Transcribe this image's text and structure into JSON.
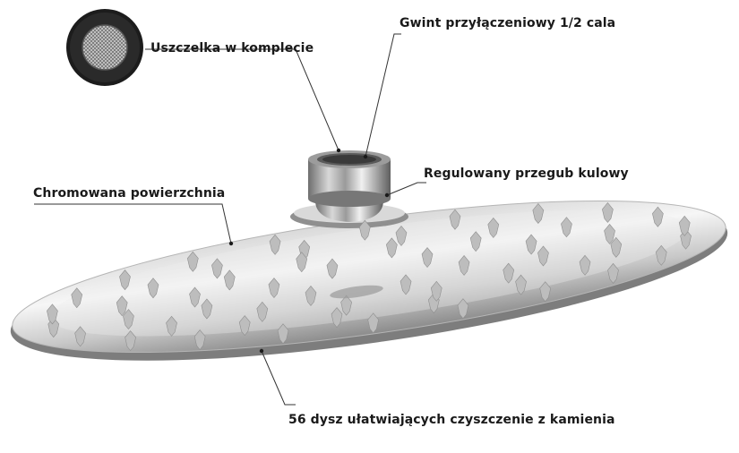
{
  "labels": {
    "gasket": "Uszczelka w komplecie",
    "thread": "Gwint przyłączeniowy 1/2 cala",
    "joint": "Regulowany przegub kulowy",
    "chrome": "Chromowana powierzchnia",
    "nozzles": "56 dysz ułatwiających czyszczenie z kamienia"
  },
  "colors": {
    "text": "#1a1a1a",
    "line": "#333333",
    "chrome_light": "#f4f4f4",
    "chrome_dark": "#9a9a9a",
    "nozzle": "#bdbdbd"
  },
  "icons": {
    "gasket": "gasket-icon",
    "shower_head": "shower-head-icon"
  }
}
